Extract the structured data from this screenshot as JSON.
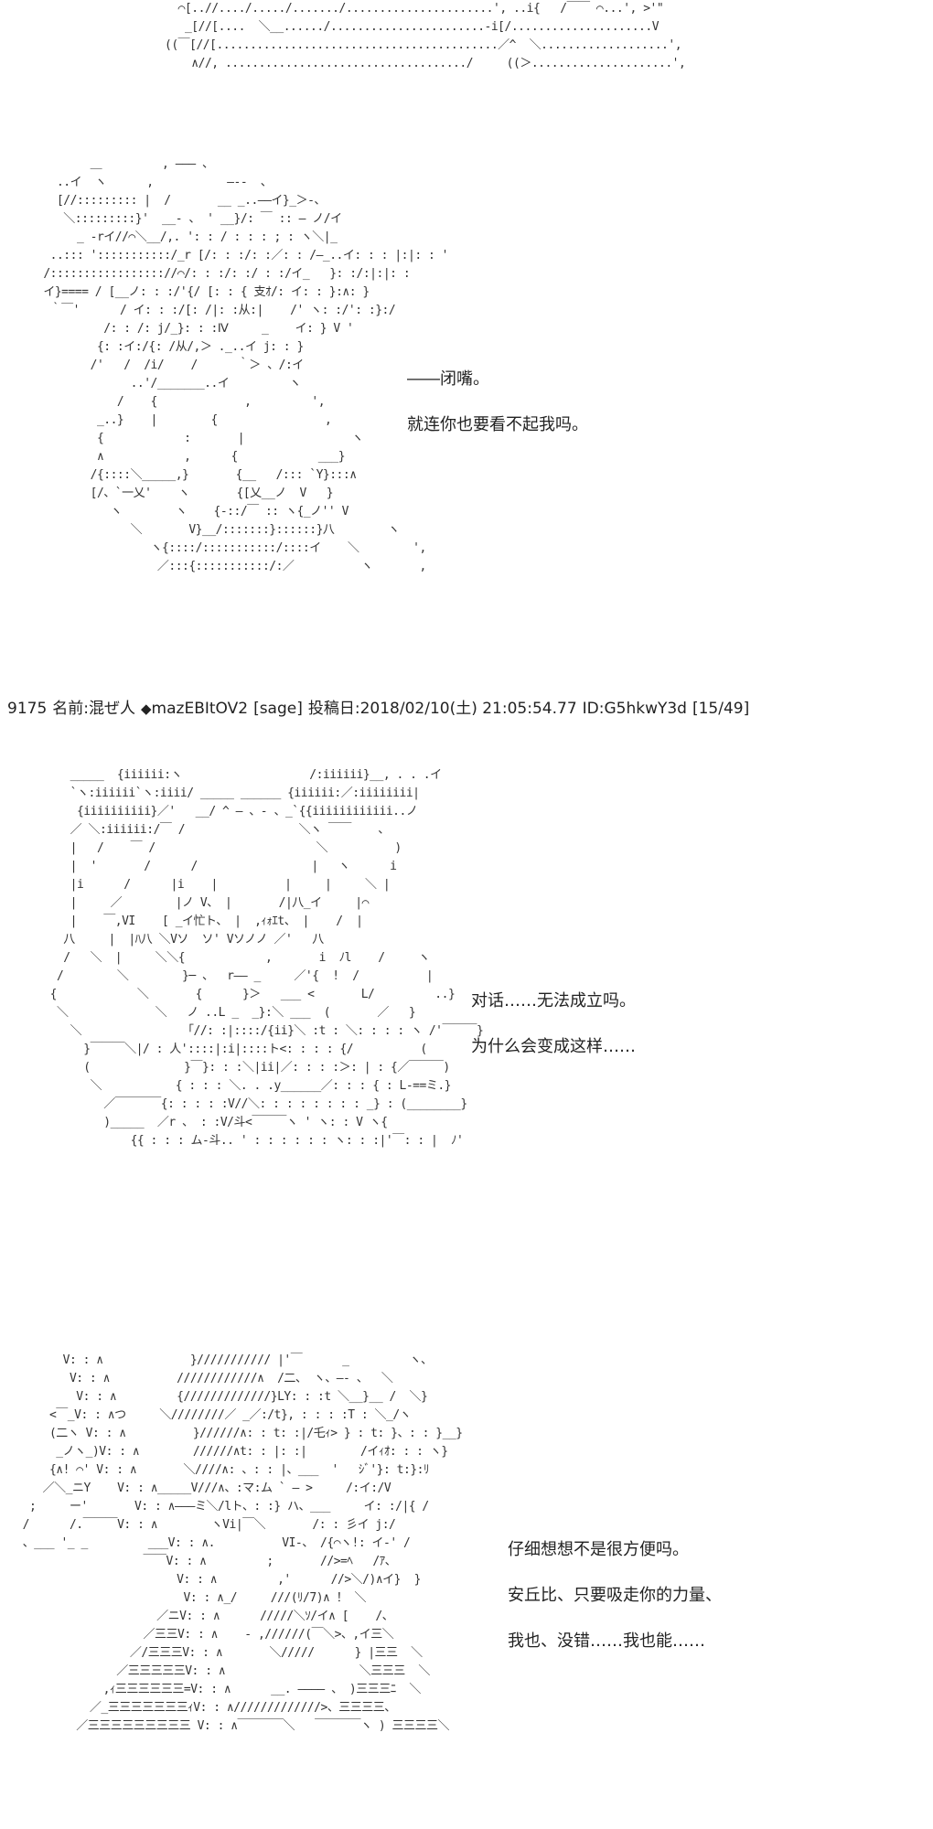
{
  "top_art": {
    "lines": [
      "  ⌒[..//..../...../......./......................', ..i{   /￣￣ ⌒...', >'\"",
      "   _[//[....  ＼__....../.......................‐i[/.....................V",
      "((￣[//[..........................................／^  ＼...................',",
      "    ∧//, ..................................../     ((＞.....................',"
    ]
  },
  "art1": {
    "lines": [
      "        ＿         , ――― 、          ",
      "   ..イ  ヽ      ,           ―‐-  、",
      "   [//::::::::: |  /       __ _..――イ}_＞-、",
      "    ＼:::::::::}'  __- 、 ' __}/: ￣ :: ― ノ/イ",
      "      _ -rイ//⌒＼__/,. ': : / : : : ; : ヽ＼|_",
      "  ..::: ':::::::::::/_r [/: : :/: :／: : /―_..イ: : : |:|: : '",
      " /::::::::::::::::://⌒/: : :/: :/ : :/イ_   }: :/:|:|: :",
      " イ}==== / [__ノ: : :/'{/ [: : { 支ｵ/: イ: : }:∧: }",
      "  ｀￣'      / イ: : :/[: /|: :从:|    /' ヽ: :/': :}:/",
      "          /: : /: j/_}: : :Ⅳ     _    イ: } V '",
      "         {: :イ:/{: /从/,＞ ._..イ j: : }",
      "        /'   /  /i/    /      ｀＞ 、/:イ",
      "              ..'/_______..イ         ヽ",
      "            /    {             ,         ',",
      "         _..}    |        {                ,",
      "         {            :       |                ヽ",
      "         ∧            ,      {            ___}",
      "        /{::::＼_____,}       {__   /::: `Y}:::∧",
      "        [/、`一乂'    ヽ       {[乂__ノ  V   }",
      "           ヽ        ヽ    {-::/￣ :: ヽ{_ノ'' V",
      "              ＼       V}__/:::::::}::::::}八        ヽ",
      "                 ヽ{::::/:::::::::::/::::イ    ＼        ',",
      "                  ／:::{:::::::::::/:／          ヽ       ,"
    ]
  },
  "dialogue1": {
    "line1": "――闭嘴。",
    "line2": "就连你也要看不起我吗。"
  },
  "post_header": {
    "number": "9175",
    "name_label": "名前:",
    "name": "混ぜ人",
    "trip_mark": "◆",
    "trip": "mazEBItOV2",
    "mail": "[sage]",
    "date_label": "投稿日:",
    "date": "2018/02/10(土) 21:05:54.77",
    "id": "ID:G5hkwY3d",
    "counter": "[15/49]"
  },
  "art2": {
    "lines": [
      "     _____  {iiiiii:ヽ                   /:iiiiii}__, . . .イ",
      "     `ヽ:iiiiii`ヽ:iiii/ _____ ______ {iiiiii:／:iiiiiiii|",
      "      {iiiiiiiiii}／'   __/ ^ ― 、- 、_`{{iiiiiiiiiiii..ノ",
      "     ／ ＼:iiiiii:/￣ /                 ＼ヽ ￣￣    、",
      "     |   /    ￣ /                        ＼          )",
      "     |  '       /      /                 |   ヽ      i",
      "     |i      /      |i    |          |     |     ＼ |",
      "     |     ／        |ノ V、 |       /|八_イ     |⌒",
      "     |    ￣,VI    [ _イ忙ト、 |  ,ｨｫｴt、 |    /  |",
      "    八     |  |ﾊ八 ＼Vソ  ソ' Vソノノ ／'   八",
      "    /   ＼  |     ＼＼{            ,       i  ﾉl    /     ヽ",
      "   /        ＼        }─ 、  r―― _     ／'{  !  /          |",
      "  {            ＼       {      }＞   ___ <       L/         ..}",
      "   ＼             ＼   ノ ..L _  _}:＼ ___  (       ／   }",
      "     ＼               「//: :|::::/{ii}＼ :t : ＼: : : : ヽ /'￣￣￣}",
      "       }￣￣￣＼|/ : 人'::::|:i|::::ト<: : : : {/          (",
      "       (              }￣}: : :＼|ii|／: : : :＞: | : {／￣￣￣)",
      "        ＼           { : : : ＼. . .y______／: : : { : L-==ミ.}",
      "          ／￣￣￣￣{: : : : :V//＼: : : : : : : : _} : (________}",
      "          )_____  ／r 、 : :V/斗<￣￣￣ヽ ' ヽ: : V ヽ{",
      "              {{ : : : ム-斗.. ' : : : : : : ヽ: : :|'￣: : |  ﾉ'"
    ]
  },
  "dialogue2": {
    "line1": "对话……无法成立吗。",
    "line2": "为什么会变成这样……"
  },
  "art3": {
    "lines": [
      "        V: : ∧             }/////////// |'￣      _         ヽ、",
      "         V: : ∧          ////////////∧  /二、 ヽ、―- 、  ＼",
      "          V: : ∧         {/////////////}LY: : :t ＼__}__ /  ＼}",
      "      <￣_V: : ∧つ     ＼////////／ _／:/t}, : : : :T : ＼_/ヽ",
      "      (二ヽ V: : ∧          }//////∧: : t: :|/乇ｨ> } : t: }、: : }__}",
      "       _ノヽ_)V: : ∧        //////∧t: : |: :|        /イｨｵ: : : ヽ}",
      "      {∧! ⌒' V: : ∧       ＼////∧: 、: : |、___  '   ｼﾞ'}: t:}:ﾘ",
      "     ／＼_ニY    V: : ∧_____V///∧、:マ:ム ` ― >     /:イ:/V",
      "   ;     ー'       V: : ∧―――ミ＼/lト、: :} ハ、___     イ: :/|{ /",
      "  /      /.￣￣￣V: : ∧        ヽVi|￣＼       /: : 彡イ j:/",
      "  、___ '_ _         ___V: : ∧.          VI-、 /{⌒ヽ!: イ-' /",
      "                    ￣￣V: : ∧         ;       //>=ﾍ   /ｱ、",
      "                         V: : ∧         ,'      //>＼/)∧イ}  }",
      "                          V: : ∧_/     ///(ﾘ/7)∧ ！ ＼",
      "                      ／ニV: : ∧      /////＼ｿ/イ∧ [    /、",
      "                    ／三三V: : ∧    ‐ ,//////(￣＼>、,イ三＼",
      "                  ／/三三三V: : ∧       ＼/////      } |三三  ＼",
      "                ／三三三三三V: : ∧                    ＼三三三  ＼",
      "              ,ｨ三三三三三三=V: : ∧      __. ―――― 、 )三三三ﾆ  ＼",
      "            ／_三三三三三三三ｨV: : ∧/////////////>、三三三三、",
      "          ／三三三三三三三三三 V: : ∧￣￣￣￣＼   ￣￣￣￣ヽ ) 三三三三＼"
    ]
  },
  "dialogue3": {
    "line1": "仔细想想不是很方便吗。",
    "line2": "安丘比、只要吸走你的力量、",
    "line3": "我也、没错……我也能……"
  }
}
